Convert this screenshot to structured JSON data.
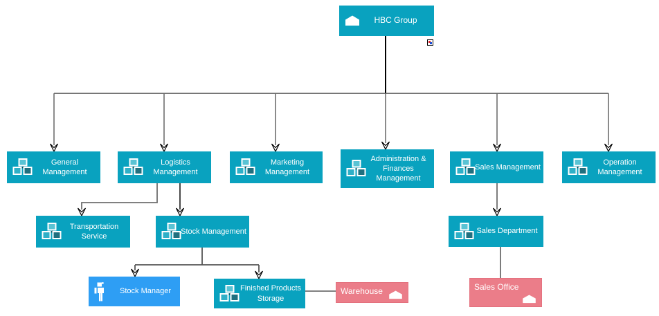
{
  "nodes": {
    "hbc": {
      "label": "HBC Group",
      "type": "group",
      "icon": "house-icon"
    },
    "general": {
      "label": "General Management",
      "type": "department",
      "icon": "org-chart-icon"
    },
    "logistics": {
      "label": "Logistics Management",
      "type": "department",
      "icon": "org-chart-icon"
    },
    "marketing": {
      "label": "Marketing Management",
      "type": "department",
      "icon": "org-chart-icon"
    },
    "admin": {
      "label": "Administration & Finances Management",
      "type": "department",
      "icon": "org-chart-icon"
    },
    "sales_mgmt": {
      "label": "Sales Management",
      "type": "department",
      "icon": "org-chart-icon"
    },
    "operation": {
      "label": "Operation Management",
      "type": "department",
      "icon": "org-chart-icon"
    },
    "transportation": {
      "label": "Transportation Service",
      "type": "department",
      "icon": "org-chart-icon"
    },
    "stock_mgmt": {
      "label": "Stock Management",
      "type": "department",
      "icon": "org-chart-icon"
    },
    "sales_dept": {
      "label": "Sales Department",
      "type": "department",
      "icon": "org-chart-icon"
    },
    "stock_manager": {
      "label": "Stock Manager",
      "type": "person",
      "icon": "person-icon"
    },
    "finished_products": {
      "label": "Finished Products Storage",
      "type": "department",
      "icon": "org-chart-icon"
    },
    "warehouse": {
      "label": "Warehouse",
      "type": "location",
      "icon": "house-icon"
    },
    "sales_office": {
      "label": "Sales Office",
      "type": "location",
      "icon": "house-icon"
    }
  },
  "edges": [
    {
      "from": "hbc",
      "to": "general"
    },
    {
      "from": "hbc",
      "to": "logistics"
    },
    {
      "from": "hbc",
      "to": "marketing"
    },
    {
      "from": "hbc",
      "to": "admin"
    },
    {
      "from": "hbc",
      "to": "sales_mgmt"
    },
    {
      "from": "hbc",
      "to": "operation"
    },
    {
      "from": "logistics",
      "to": "transportation"
    },
    {
      "from": "logistics",
      "to": "stock_mgmt"
    },
    {
      "from": "stock_mgmt",
      "to": "stock_manager"
    },
    {
      "from": "stock_mgmt",
      "to": "finished_products"
    },
    {
      "from": "finished_products",
      "to": "warehouse"
    },
    {
      "from": "sales_mgmt",
      "to": "sales_dept"
    },
    {
      "from": "sales_dept",
      "to": "sales_office"
    }
  ],
  "colors": {
    "department_fill": "#09a2bf",
    "person_fill": "#2e9ef4",
    "location_fill": "#eb7d89",
    "location_border": "#e4717e",
    "text": "#ffffff",
    "connector_gray": "#6e6e6e",
    "trunk_black": "#000000"
  }
}
